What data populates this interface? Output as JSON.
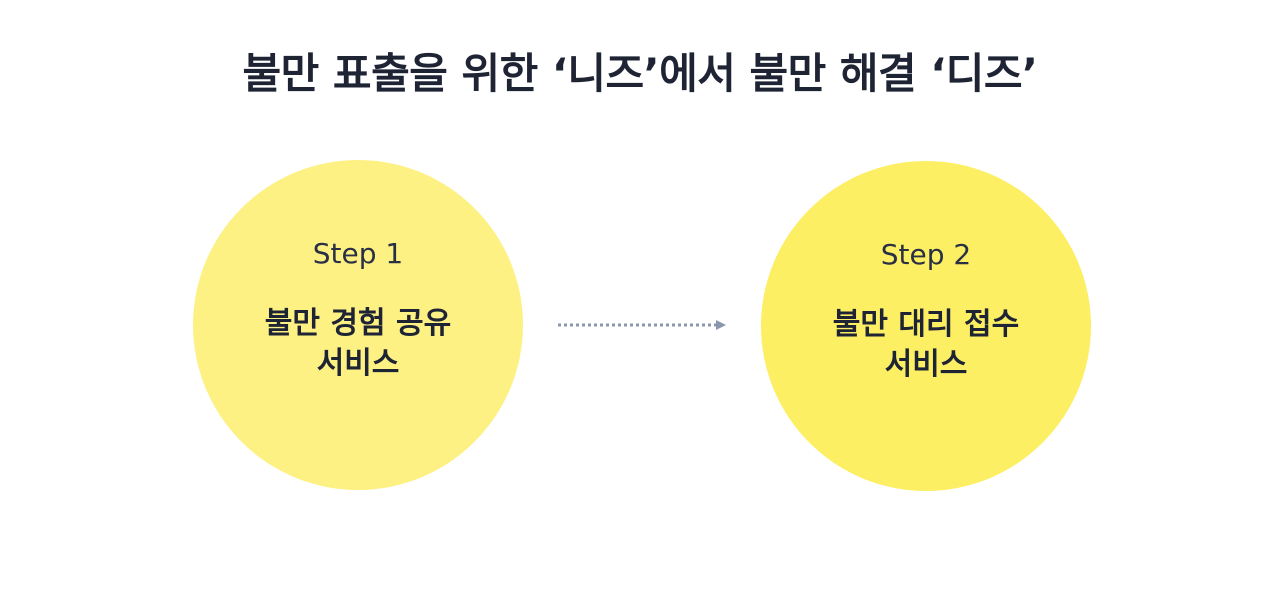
{
  "title": "불만 표출을 위한 ‘니즈’에서 불만 해결 ‘디즈’",
  "steps": [
    {
      "label": "Step 1",
      "line1": "불만 경험 공유",
      "line2": "서비스"
    },
    {
      "label": "Step 2",
      "line1": "불만 대리 접수",
      "line2": "서비스"
    }
  ],
  "colors": {
    "step1_fill": "#fdf184",
    "step2_fill": "#fcef63",
    "arrow": "#8a97ae",
    "text": "#1f2435"
  }
}
